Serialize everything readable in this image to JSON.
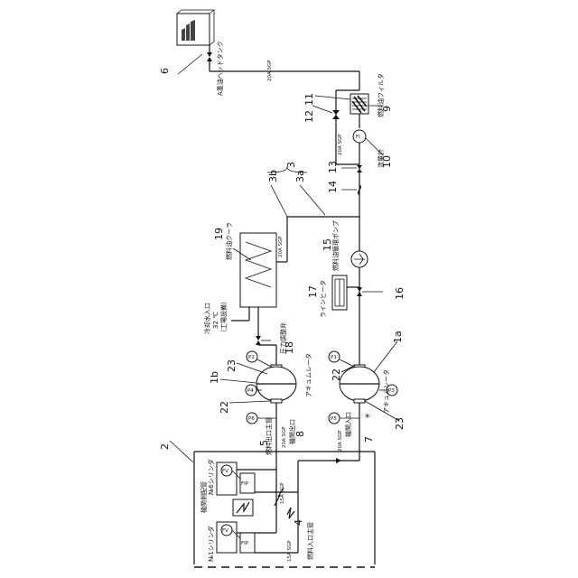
{
  "diagram": {
    "title": "",
    "numbers": {
      "n1a": "1a",
      "n1b": "1b",
      "n2": "2",
      "n3": "3",
      "n3a": "3a",
      "n3b": "3b",
      "n4": "4",
      "n5": "5",
      "n6": "6",
      "n7": "7",
      "n8": "8",
      "n9": "9",
      "n10": "10",
      "n11": "11",
      "n12": "12",
      "n13": "13",
      "n14": "14",
      "n15": "15",
      "n16": "16",
      "n17": "17",
      "n18": "18",
      "n19": "19",
      "n22a": "22",
      "n22b": "22",
      "n23a": "23",
      "n23b": "23"
    },
    "labels": {
      "head_tank": "A重油ヘッドタンク",
      "fuel_filter": "燃料油フィルタ",
      "flow_meter": "流量計",
      "pump": "燃料油循環ポンプ",
      "line_heater": "ラインヒータ",
      "fuel_cooler": "燃料油クーラ",
      "cooling_water": "冷却水入口",
      "cooling_temp": "32 ℃",
      "cooling_src": "（工場設備）",
      "pressure_valve": "圧力調整弁",
      "engine_side": "機関側配管",
      "cyl1": "№1シリンダ",
      "cyl6": "№6シリンダ",
      "outlet_main": "燃料出口主管",
      "inlet_main": "燃料入口主管",
      "engine_outlet": "機関出口",
      "engine_inlet": "機関入口",
      "acc_top": "アキュムレータ",
      "acc_bottom": "アキュムレータ",
      "pipe_20a_top": "20A SGP",
      "pipe_20a_filter": "20A SGP",
      "pipe_20a_cooler": "20A SGP",
      "pipe_20a_out": "20A SGP",
      "pipe_20a_in": "20A SGP",
      "pipe_15a_mid": "15A SGP",
      "pipe_15a_left": "15A SGP",
      "fip": "FIP",
      "fv": "FV",
      "fi": "FI"
    },
    "gauges": {
      "p1": "P1",
      "p2": "P2",
      "p3": "P3",
      "p4": "P4",
      "p5": "P5",
      "p6": "P6"
    },
    "asterisk": "*"
  }
}
